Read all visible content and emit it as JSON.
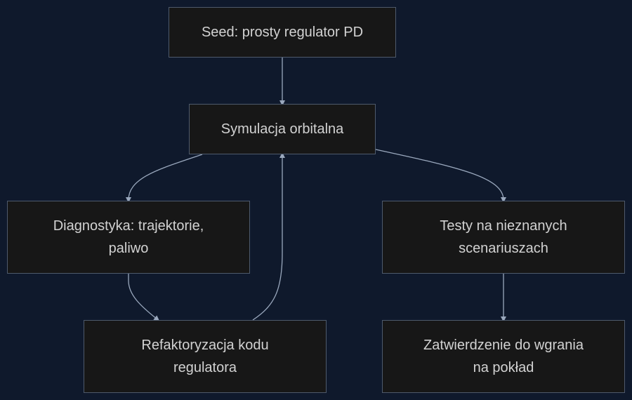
{
  "diagram": {
    "colors": {
      "background": "#0f192c",
      "node_fill": "#171717",
      "node_border": "#4e5a6c",
      "edge": "#9aa8bd",
      "text": "#d2d2d2"
    },
    "nodes": {
      "seed": {
        "lines": [
          "Seed: prosty regulator PD"
        ]
      },
      "simulation": {
        "lines": [
          "Symulacja orbitalna"
        ]
      },
      "diagnostics": {
        "lines": [
          "Diagnostyka: trajektorie,",
          "paliwo"
        ]
      },
      "tests": {
        "lines": [
          "Testy na nieznanych",
          "scenariuszach"
        ]
      },
      "refactor": {
        "lines": [
          "Refaktoryzacja kodu",
          "regulatora"
        ]
      },
      "approval": {
        "lines": [
          "Zatwierdzenie do wgrania",
          "na pokład"
        ]
      }
    },
    "edges": [
      {
        "from": "seed",
        "to": "simulation"
      },
      {
        "from": "simulation",
        "to": "diagnostics"
      },
      {
        "from": "simulation",
        "to": "tests"
      },
      {
        "from": "diagnostics",
        "to": "refactor"
      },
      {
        "from": "refactor",
        "to": "simulation"
      },
      {
        "from": "tests",
        "to": "approval"
      }
    ]
  }
}
